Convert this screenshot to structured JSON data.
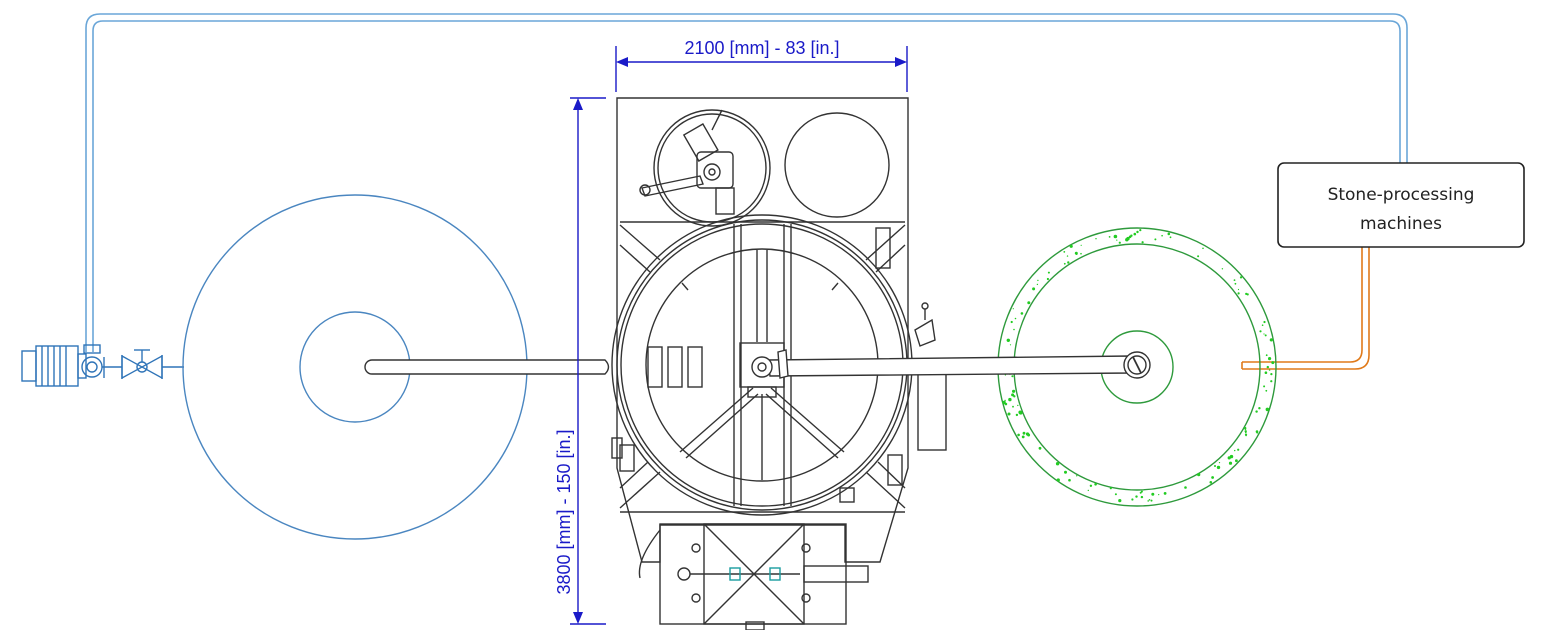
{
  "dimensions": {
    "width_label": "2100 [mm] - 83 [in.]",
    "height_label": "3800 [mm] - 150 [in.]"
  },
  "process_box": {
    "line1": "Stone-processing",
    "line2": "machines"
  },
  "colors": {
    "clear_water_tank": "#4a86c0",
    "sludge_tank": "#2e9a3c",
    "sludge_particles": "#22cc22",
    "return_pipe": "#e07a1a",
    "supply_pipe": "#6aa6d8",
    "dimension": "#1a1ac8",
    "machine": "#333333"
  },
  "icons": [
    "pump-motor-icon",
    "valve-icon"
  ]
}
